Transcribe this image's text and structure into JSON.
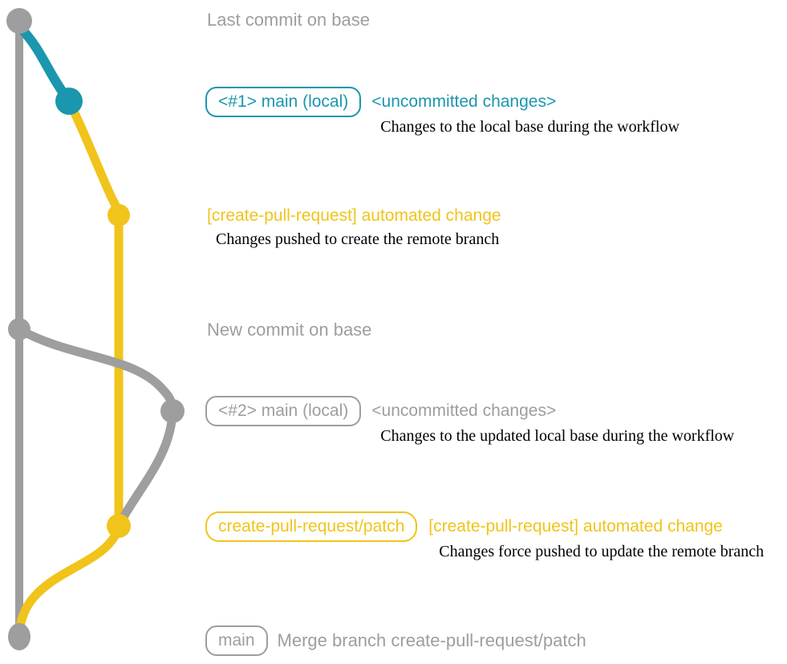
{
  "colors": {
    "gray": "#9e9e9e",
    "blue": "#1b96af",
    "yellow": "#f0c41b",
    "desc": "#000000",
    "background": "#ffffff"
  },
  "graph": {
    "branch_colors": {
      "base": "#9e9e9e",
      "uncommitted": "#1b96af",
      "patch": "#f0c41b"
    },
    "commits": [
      {
        "name": "last-commit-on-base",
        "color": "gray"
      },
      {
        "name": "main-local-1",
        "color": "blue"
      },
      {
        "name": "automated-change-1",
        "color": "yellow"
      },
      {
        "name": "new-commit-on-base",
        "color": "gray"
      },
      {
        "name": "main-local-2",
        "color": "gray"
      },
      {
        "name": "automated-change-2",
        "color": "yellow"
      },
      {
        "name": "merge-commit",
        "color": "gray"
      }
    ]
  },
  "rows": [
    {
      "text": "Last commit on base"
    },
    {
      "badge": "<#1> main (local)",
      "title": "<uncommitted changes>",
      "desc": "Changes to the local base during the workflow"
    },
    {
      "title": "[create-pull-request] automated change",
      "desc": "Changes pushed to create the remote branch"
    },
    {
      "text": "New commit on base"
    },
    {
      "badge": "<#2> main (local)",
      "title": "<uncommitted changes>",
      "desc": "Changes to the updated local base during the workflow"
    },
    {
      "badge": "create-pull-request/patch",
      "title": "[create-pull-request] automated change",
      "desc": "Changes force pushed to update the remote branch"
    },
    {
      "badge": "main",
      "title": "Merge branch create-pull-request/patch"
    }
  ]
}
